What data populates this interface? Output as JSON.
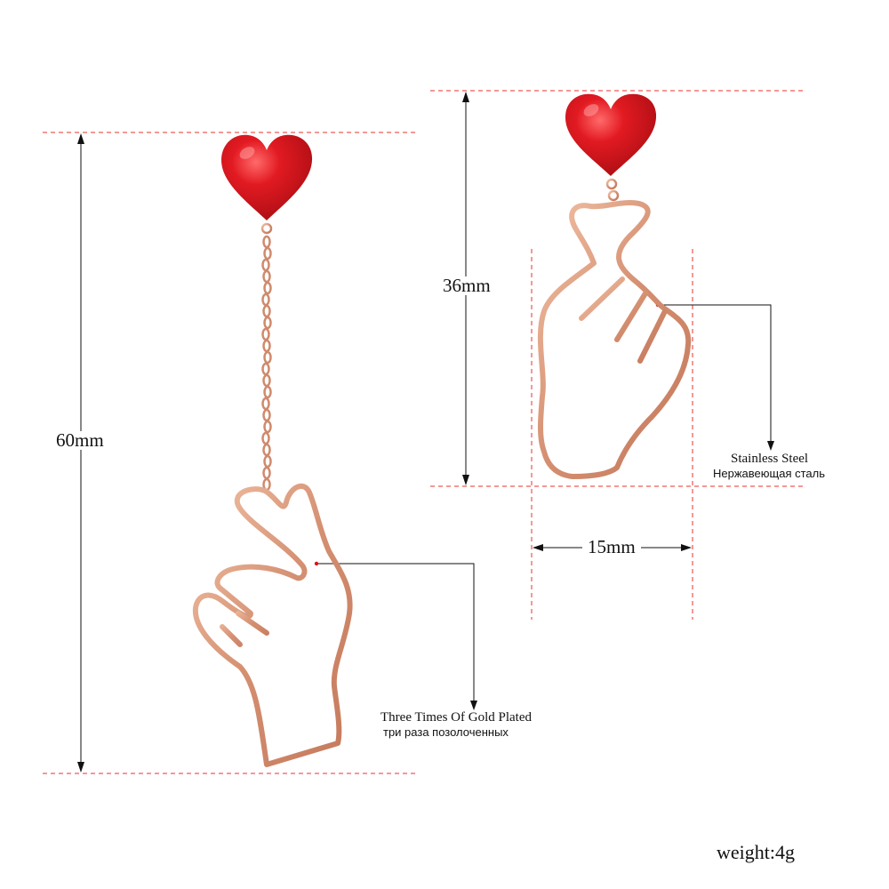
{
  "dimensions": {
    "left_height": "60mm",
    "right_height": "36mm",
    "right_width": "15mm"
  },
  "callouts": {
    "plating": {
      "en": "Three Times Of Gold Plated",
      "ru": "три раза позолоченных"
    },
    "material": {
      "en": "Stainless Steel",
      "ru": "Нержавеющая сталь"
    }
  },
  "weight": "weight:4g",
  "colors": {
    "heart_red": "#d7141c",
    "rose_gold": "#d9987a",
    "guide_red": "#e8322c",
    "pointer": "#111111"
  },
  "icons": {
    "earring_top": "heart-icon",
    "earring_charm": "finger-heart-hand-icon"
  }
}
